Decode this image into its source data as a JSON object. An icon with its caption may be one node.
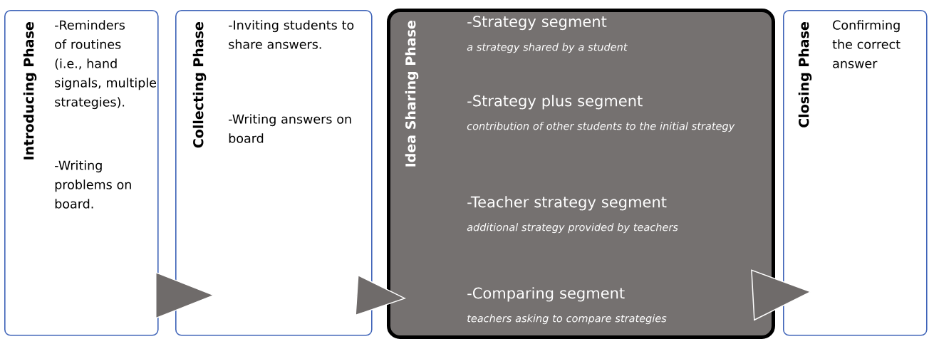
{
  "diagram": {
    "nodes": [
      {
        "text": [
          "Introducing Phase",
          "-Reminders of routines (i.e., hand signals, multiple strategies).",
          "-Writing problems on board."
        ]
      },
      {
        "text": [
          "Collecting Phase",
          "-Inviting students to share answers.",
          "-Writing answers on board"
        ]
      },
      {
        "text": [
          "Idea Sharing Phase",
          "-Strategy segment",
          "a strategy shared by a student",
          "-Strategy plus segment",
          "contribution of other students to the initial strategy",
          "-Teacher strategy segment",
          "additional strategy provided by teachers",
          "-Comparing segment",
          "teachers asking to compare strategies"
        ]
      },
      {
        "text": [
          "Closing Phase",
          "Confirming the correct answer"
        ]
      }
    ],
    "edges": [
      {
        "from": 0,
        "to": 1,
        "arrow": "to"
      },
      {
        "from": 1,
        "to": 2,
        "arrow": "to"
      },
      {
        "from": 2,
        "to": 3,
        "arrow": "to"
      }
    ]
  }
}
